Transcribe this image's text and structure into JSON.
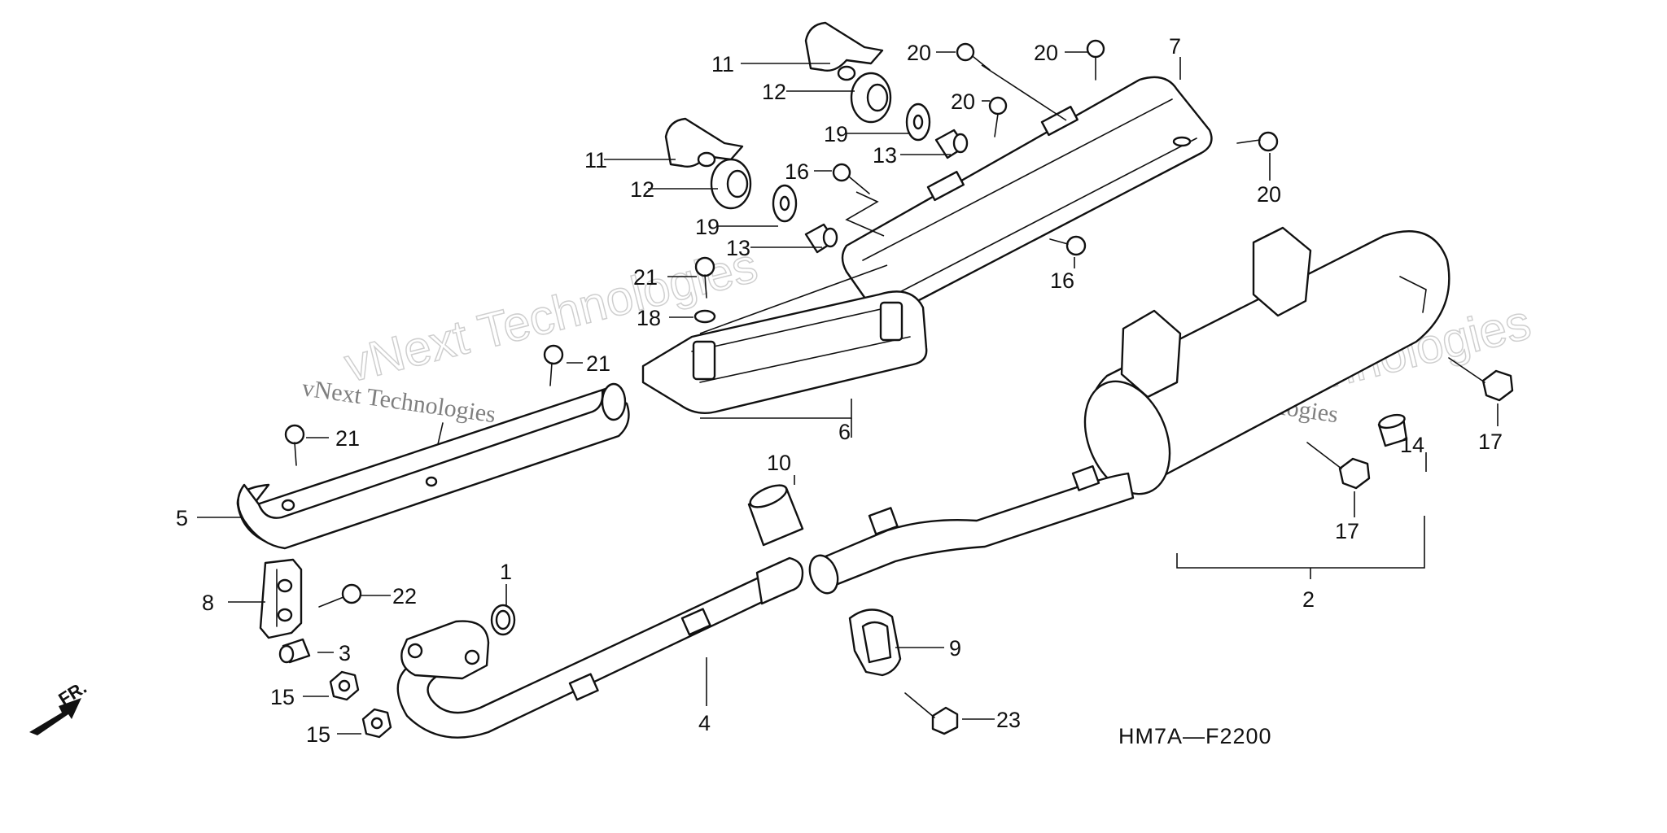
{
  "diagram_code": "HM7A—F2200",
  "direction_label": "FR.",
  "watermark": "vNext Technologies",
  "callouts": {
    "c1": "1",
    "c2": "2",
    "c3": "3",
    "c4": "4",
    "c5": "5",
    "c6": "6",
    "c7": "7",
    "c8": "8",
    "c9": "9",
    "c10": "10",
    "c11a": "11",
    "c11b": "11",
    "c12a": "12",
    "c12b": "12",
    "c13a": "13",
    "c13b": "13",
    "c14": "14",
    "c15a": "15",
    "c15b": "15",
    "c16a": "16",
    "c16b": "16",
    "c17a": "17",
    "c17b": "17",
    "c18": "18",
    "c19a": "19",
    "c19b": "19",
    "c20a": "20",
    "c20b": "20",
    "c20c": "20",
    "c20d": "20",
    "c21a": "21",
    "c21b": "21",
    "c21c": "21",
    "c22": "22",
    "c23": "23"
  }
}
